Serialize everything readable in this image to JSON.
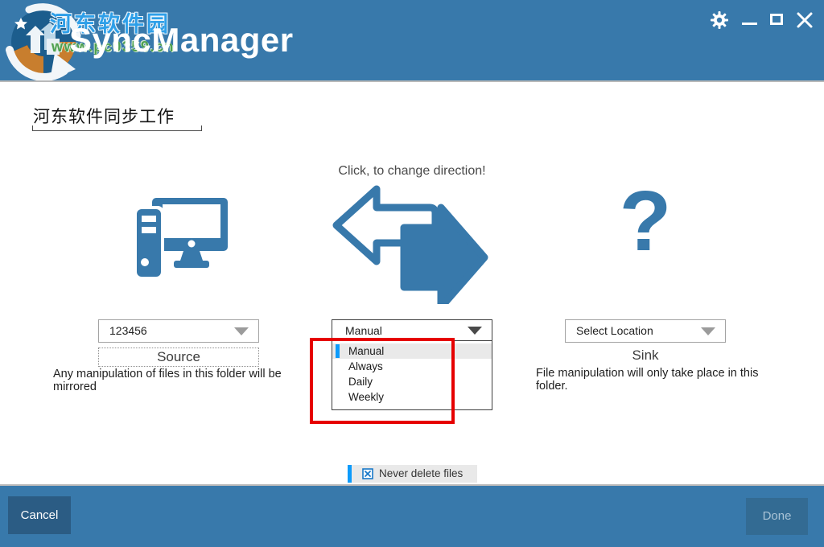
{
  "header": {
    "app_title": "SyncManager",
    "watermark_line1": "河东软件园",
    "watermark_line2": "www.pc0359.cn"
  },
  "main": {
    "doc_title": "河东软件同步工作",
    "direction_hint": "Click, to change direction!",
    "source": {
      "combo_value": "123456",
      "role_label": "Source",
      "description": "Any manipulation of files in this folder will be mirrored"
    },
    "sync_mode": {
      "combo_value": "Manual",
      "selected_option": "Manual",
      "options": [
        "Manual",
        "Always",
        "Daily",
        "Weekly"
      ]
    },
    "sink": {
      "combo_value": "Select Location",
      "role_label": "Sink",
      "description": "File manipulation will only take place in this folder."
    },
    "never_delete": {
      "label": "Never delete files",
      "checked": true
    }
  },
  "footer": {
    "cancel_label": "Cancel",
    "done_label": "Done"
  },
  "colors": {
    "header_blue": "#3879ab",
    "icon_blue": "#3879ab",
    "cancel_blue": "#2b5c84",
    "selection_bar_blue": "#0d9bfb",
    "checkbox_blue": "#1878c8",
    "annotation_red": "#e60000"
  }
}
